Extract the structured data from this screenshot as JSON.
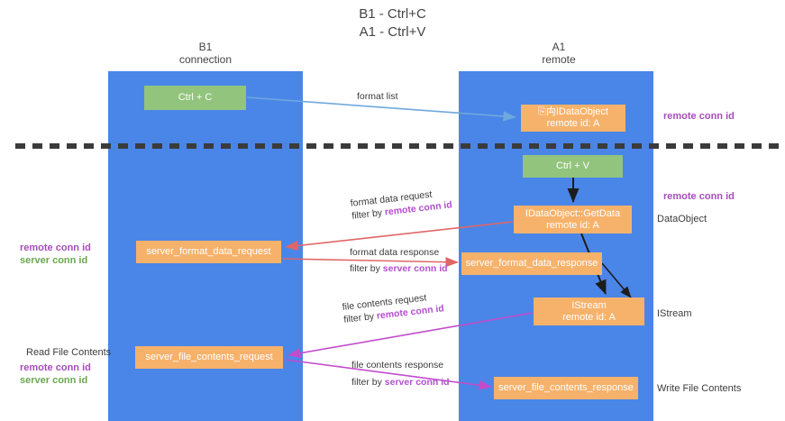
{
  "title": {
    "line1": "B1 - Ctrl+C",
    "line2": "A1 - Ctrl+V"
  },
  "lanes": [
    {
      "name": "B1",
      "subtitle": "connection",
      "color": "#4a86e8"
    },
    {
      "name": "A1",
      "subtitle": "remote",
      "color": "#4a86e8"
    }
  ],
  "nodes": {
    "ctrl_c": {
      "label": "Ctrl + C",
      "color": "#93c47d"
    },
    "idataobject": {
      "line1": "⎘⽱IDataObject",
      "line2": "remote id: A",
      "color": "#f6b26b"
    },
    "ctrl_v": {
      "label": "Ctrl + V",
      "color": "#93c47d"
    },
    "getdata": {
      "line1": "IDataObject::GetData",
      "line2": "remote id: A",
      "color": "#f6b26b"
    },
    "server_format_data_request": {
      "label": "server_format_data_request",
      "color": "#f6b26b"
    },
    "server_format_data_response": {
      "label": "server_format_data_response",
      "color": "#f6b26b"
    },
    "istream": {
      "line1": "IStream",
      "line2": "remote id: A",
      "color": "#f6b26b"
    },
    "server_file_contents_request": {
      "label": "server_file_contents_request",
      "color": "#f6b26b"
    },
    "server_file_contents_response": {
      "label": "server_file_contents_response",
      "color": "#f6b26b"
    }
  },
  "edges": {
    "format_list": {
      "text": "format list",
      "color": "#6fa8dc"
    },
    "format_data_request": {
      "line1": "format data request",
      "line2_prefix": "filter by ",
      "line2_highlight": "remote conn id",
      "color": "#e06666"
    },
    "format_data_response": {
      "line1": "format data response",
      "line2_prefix": "filter by ",
      "line2_highlight": "server conn id",
      "color": "#e06666"
    },
    "file_contents_request": {
      "line1": "file contents request",
      "line2_prefix": "filter by ",
      "line2_highlight": "remote conn id",
      "color": "#c24ccc"
    },
    "file_contents_response": {
      "line1": "file contents response",
      "line2_prefix": "filter by ",
      "line2_highlight": "server conn id",
      "color": "#c24ccc"
    }
  },
  "annotations": {
    "right": {
      "remote_conn_id_top": "remote conn id",
      "remote_conn_id_mid": "remote conn id",
      "dataobject": "DataObject",
      "istream": "IStream",
      "write_file_contents": "Write File Contents"
    },
    "left": {
      "remote_conn_id_1": "remote conn id",
      "server_conn_id_1": "server conn id",
      "read_file_contents": "Read File Contents",
      "remote_conn_id_2": "remote conn id",
      "server_conn_id_2": "server conn id"
    }
  },
  "colors": {
    "lane": "#4a86e8",
    "green_node": "#93c47d",
    "orange_node": "#f6b26b",
    "purple_text": "#a64dbd",
    "green_text": "#6aa84f",
    "red_arrow": "#e06666",
    "blue_arrow": "#6fa8dc",
    "magenta_arrow": "#c24ccc",
    "divider": "#3b3b3b"
  }
}
